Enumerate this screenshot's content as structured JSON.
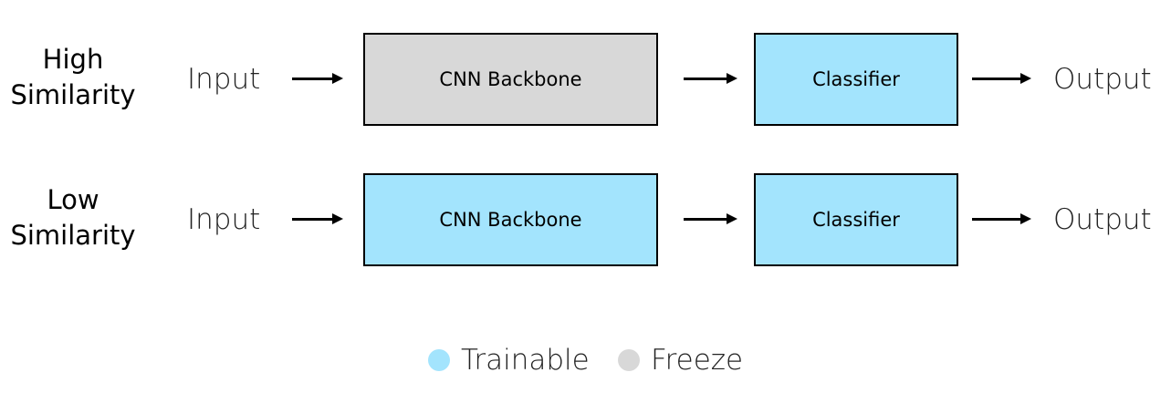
{
  "colors": {
    "trainable": "#a3e4fd",
    "freeze": "#d8d8d8",
    "border": "#000000",
    "arrow": "#000000"
  },
  "rows": [
    {
      "label_line1": "High",
      "label_line2": "Similarity",
      "input": "Input",
      "backbone": {
        "label": "CNN Backbone",
        "state": "freeze"
      },
      "classifier": {
        "label": "Classifier",
        "state": "trainable"
      },
      "output": "Output"
    },
    {
      "label_line1": "Low",
      "label_line2": "Similarity",
      "input": "Input",
      "backbone": {
        "label": "CNN Backbone",
        "state": "trainable"
      },
      "classifier": {
        "label": "Classifier",
        "state": "trainable"
      },
      "output": "Output"
    }
  ],
  "legend": [
    {
      "label": "Trainable",
      "state": "trainable"
    },
    {
      "label": "Freeze",
      "state": "freeze"
    }
  ]
}
